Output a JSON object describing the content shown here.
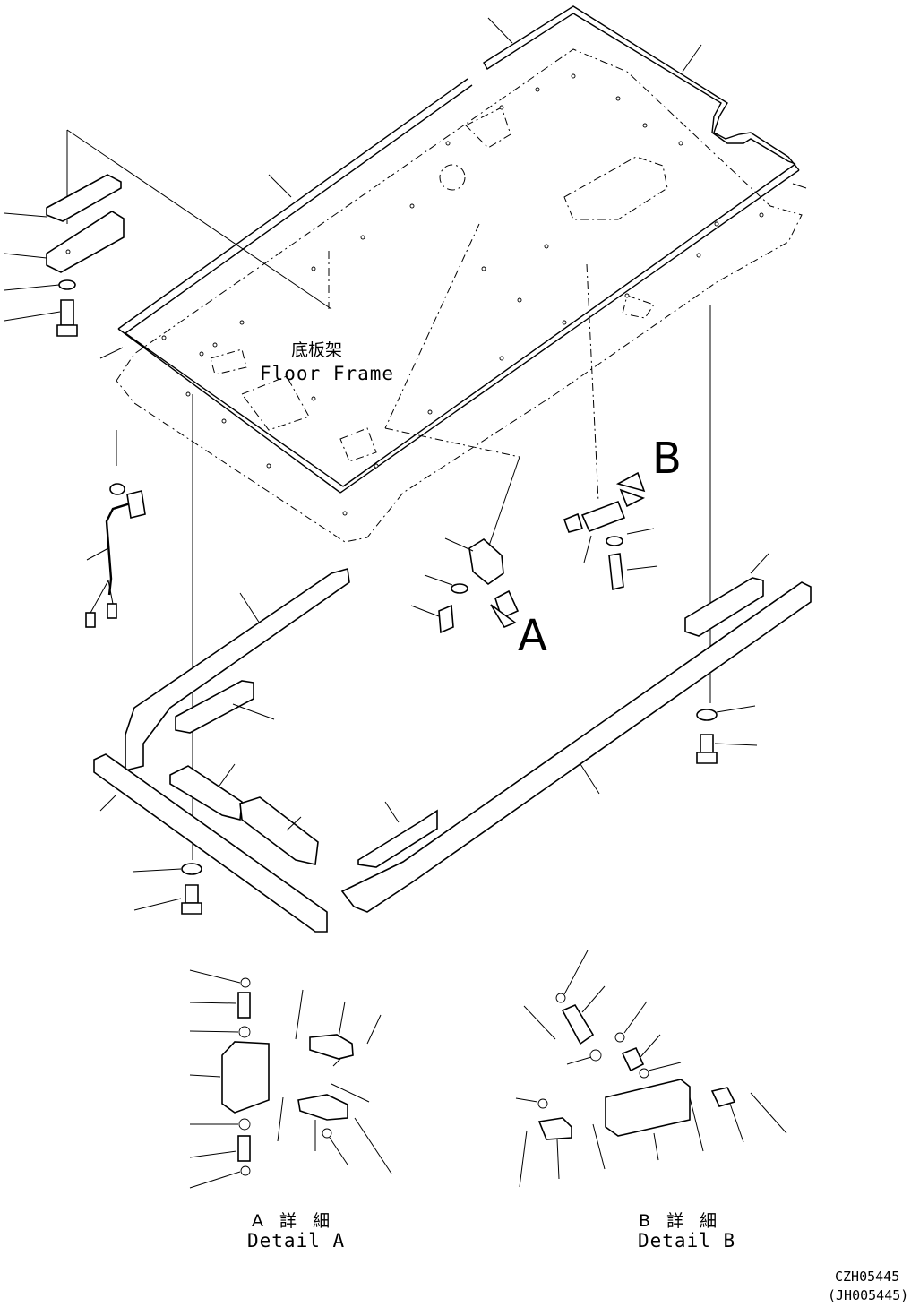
{
  "labels": {
    "floor_frame_jp": "底板架",
    "floor_frame_en": "Floor Frame",
    "view_a": "A",
    "view_b": "B",
    "detail_a_jp": "A 詳 細",
    "detail_a_en": "Detail A",
    "detail_b_jp": "B 詳 細",
    "detail_b_en": "Detail B",
    "drawing_code": "CZH05445",
    "drawing_code_alt": "(JH005445)"
  },
  "colors": {
    "line": "#000000",
    "background": "#ffffff"
  }
}
